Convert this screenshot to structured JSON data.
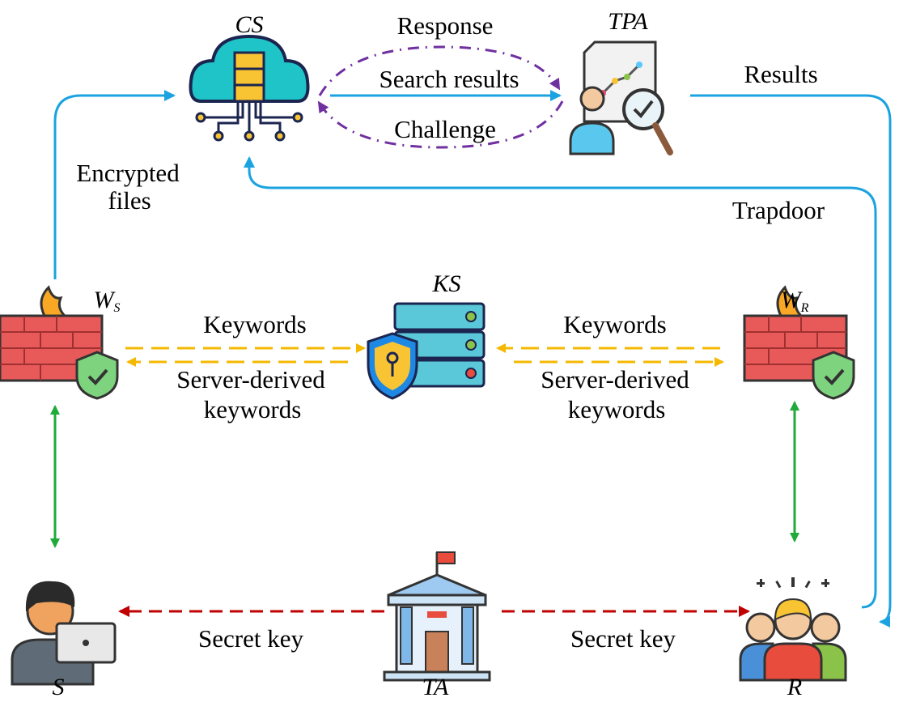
{
  "entities": {
    "cs": "CS",
    "tpa": "TPA",
    "ks": "KS",
    "ws": "W",
    "ws_sub": "S",
    "wr": "W",
    "wr_sub": "R",
    "s": "S",
    "ta": "TA",
    "r": "R"
  },
  "labels": {
    "response": "Response",
    "search_results": "Search results",
    "challenge": "Challenge",
    "results": "Results",
    "trapdoor": "Trapdoor",
    "encrypted_1": "Encrypted",
    "encrypted_2": "files",
    "keywords_left": "Keywords",
    "server_derived_left_1": "Server-derived",
    "server_derived_left_2": "keywords",
    "keywords_right": "Keywords",
    "server_derived_right_1": "Server-derived",
    "server_derived_right_2": "keywords",
    "secret_key_left": "Secret key",
    "secret_key_right": "Secret key"
  },
  "colors": {
    "blue": "#1aa3e0",
    "purple": "#7030a0",
    "yellow": "#f5b800",
    "green": "#1faa3a",
    "red": "#c00000"
  }
}
